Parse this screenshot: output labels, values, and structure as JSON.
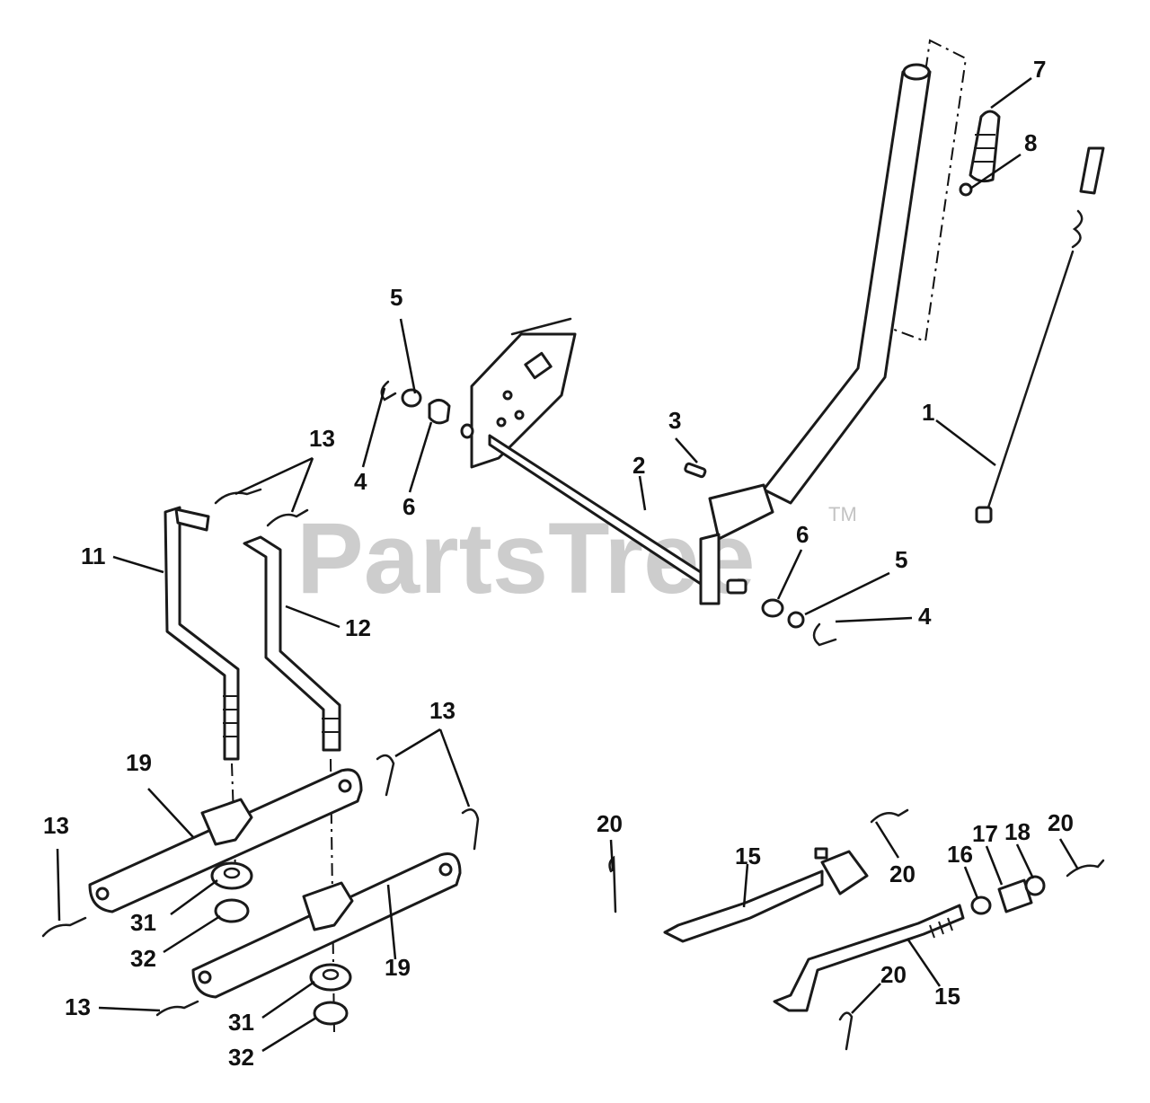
{
  "watermark": {
    "brand": "PartsTree",
    "trademark": "TM"
  },
  "colors": {
    "line": "#1a1a1a",
    "background": "#ffffff",
    "watermark": "#bdbdbd"
  },
  "callouts": {
    "c1": "1",
    "c2": "2",
    "c3": "3",
    "c4a": "4",
    "c4b": "4",
    "c5a": "5",
    "c5b": "5",
    "c6a": "6",
    "c6b": "6",
    "c7": "7",
    "c8": "8",
    "c11": "11",
    "c12": "12",
    "c13a": "13",
    "c13b": "13",
    "c13c": "13",
    "c13d": "13",
    "c15a": "15",
    "c15b": "15",
    "c16": "16",
    "c17": "17",
    "c18": "18",
    "c19a": "19",
    "c19b": "19",
    "c20a": "20",
    "c20b": "20",
    "c20c": "20",
    "c20d": "20",
    "c31a": "31",
    "c31b": "31",
    "c32a": "32",
    "c32b": "32"
  }
}
